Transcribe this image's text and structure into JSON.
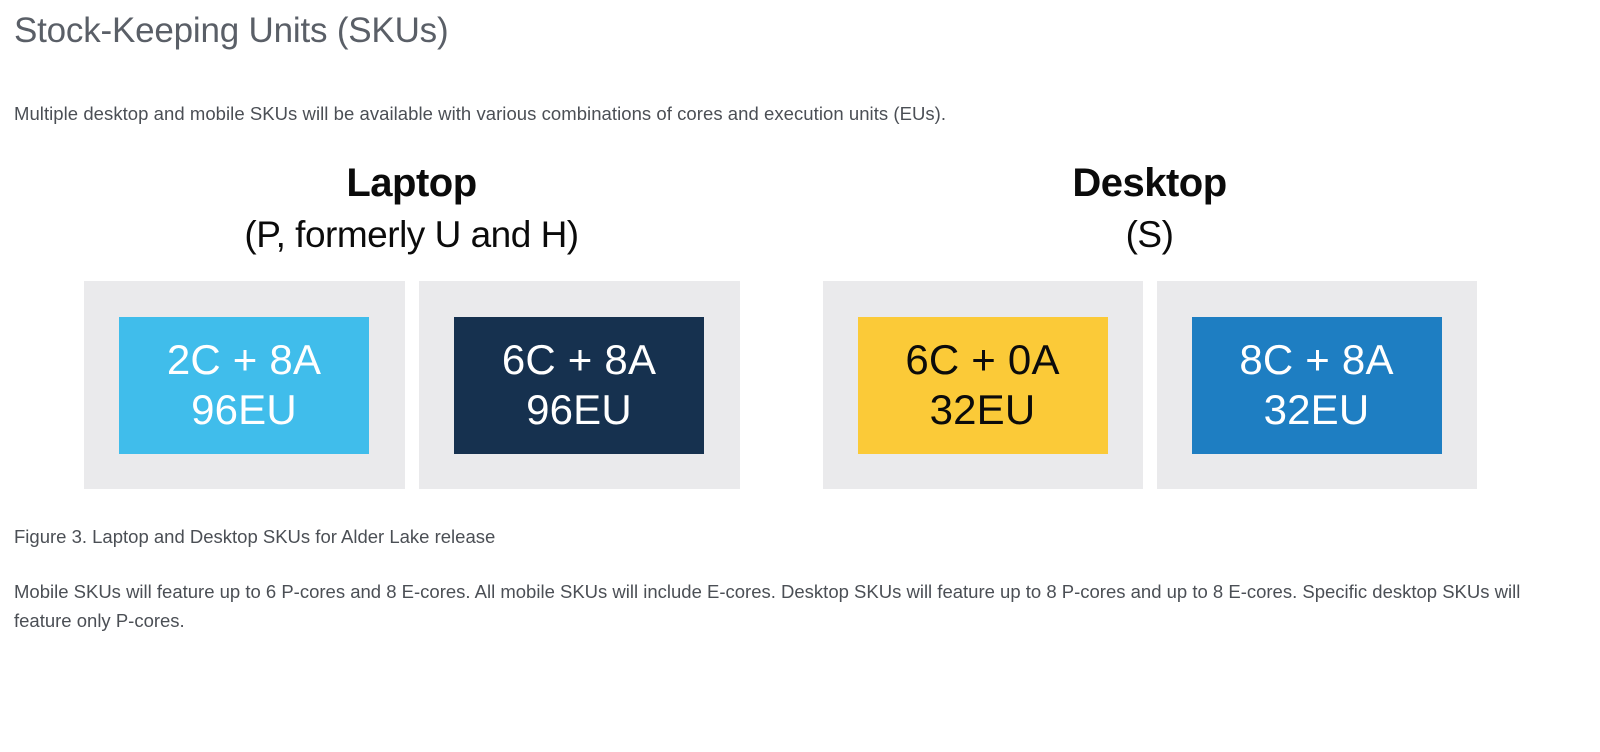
{
  "page": {
    "title": "Stock-Keeping Units (SKUs)",
    "intro": "Multiple desktop and mobile SKUs will be available with various combinations of cores and execution units (EUs).",
    "caption": "Figure 3. Laptop and Desktop SKUs for Alder Lake release",
    "footer": "Mobile SKUs will feature up to 6 P-cores and 8 E-cores. All mobile SKUs will include E-cores. Desktop SKUs will feature up to 8 P-cores and up to 8 E-cores. Specific desktop SKUs will feature only P-cores."
  },
  "chart_data": {
    "type": "table",
    "title": "Laptop and Desktop SKUs for Alder Lake release",
    "groups": [
      {
        "name": "Laptop",
        "subtitle": "(P, formerly U and H)",
        "skus": [
          {
            "cores": "2C + 8A",
            "eus": "96EU",
            "p_cores": 2,
            "e_cores": 8,
            "execution_units": 96,
            "fill": "#40bdeb",
            "text_color": "#ffffff"
          },
          {
            "cores": "6C + 8A",
            "eus": "96EU",
            "p_cores": 6,
            "e_cores": 8,
            "execution_units": 96,
            "fill": "#16314f",
            "text_color": "#ffffff"
          }
        ]
      },
      {
        "name": "Desktop",
        "subtitle": "(S)",
        "skus": [
          {
            "cores": "6C + 0A",
            "eus": "32EU",
            "p_cores": 6,
            "e_cores": 0,
            "execution_units": 32,
            "fill": "#fbca38",
            "text_color": "#0b0b0b"
          },
          {
            "cores": "8C + 8A",
            "eus": "32EU",
            "p_cores": 8,
            "e_cores": 8,
            "execution_units": 32,
            "fill": "#1e7ec2",
            "text_color": "#ffffff"
          }
        ]
      }
    ],
    "card_background": "#eaeaec",
    "page_background": "#ffffff"
  }
}
